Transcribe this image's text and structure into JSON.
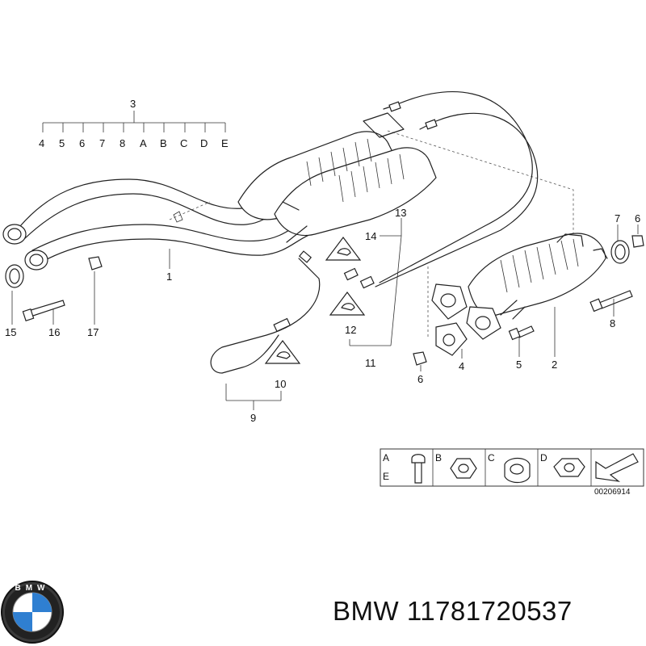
{
  "callouts": {
    "c1": "1",
    "c2": "2",
    "c3": "3",
    "c4": "4",
    "c5": "5",
    "c6": "6",
    "c6b": "6",
    "c7": "7",
    "c8": "8",
    "c9": "9",
    "c10": "10",
    "c11": "11",
    "c12": "12",
    "c13": "13",
    "c14": "14",
    "c15": "15",
    "c16": "16",
    "c17": "17"
  },
  "kit_row": [
    "4",
    "5",
    "6",
    "7",
    "8",
    "A",
    "B",
    "C",
    "D",
    "E"
  ],
  "legend": {
    "a": "A",
    "e": "E",
    "b": "B",
    "c": "C",
    "d": "D"
  },
  "diagram_code": "00206914",
  "brand_line": "BMW 11781720537",
  "logo_letters": "BMW"
}
